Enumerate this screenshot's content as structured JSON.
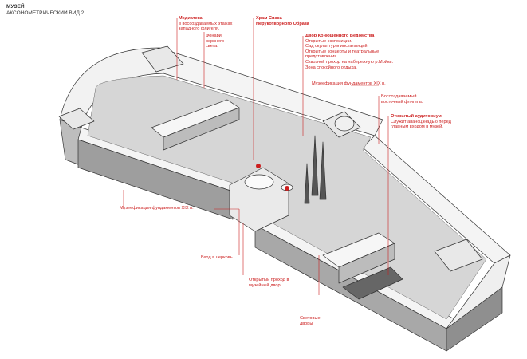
{
  "header": {
    "title": "МУЗЕЙ",
    "subtitle": "АКСОНОМЕТРИЧЕСКИЙ ВИД 2"
  },
  "colors": {
    "accent": "#cc1f1f",
    "line": "#333333",
    "floor": "#d6d6d6"
  },
  "labels": [
    {
      "id": "mediateka",
      "title": "Медиатека",
      "lines": [
        "в воссоздаваемых этажах",
        "западного флигеля."
      ]
    },
    {
      "id": "fonari",
      "title": "",
      "lines": [
        "Фонари",
        "верхнего",
        "света."
      ]
    },
    {
      "id": "hram",
      "title": "Храм Спаса",
      "lines": [
        "Нерукотворного Образа"
      ]
    },
    {
      "id": "dvor",
      "title": "Двор Конюшенного Ведомства",
      "lines": [
        "Открытые экспозиции.",
        "Сад скульптур и инсталляций.",
        "Открытые концерты и театральные",
        "представления.",
        "Сквозной проход на набережную р.Мойки.",
        "Зона спокойного отдыха."
      ]
    },
    {
      "id": "muzeef1",
      "title": "",
      "lines": [
        "Музеефикация фундаментов XIX в."
      ]
    },
    {
      "id": "vossozd",
      "title": "",
      "lines": [
        "Воссоздаваемый",
        "восточный флигель."
      ]
    },
    {
      "id": "auditor",
      "title": "Открытый аудиториум",
      "lines": [
        "Служит авансцэнадью перед",
        "главным входом в музей."
      ]
    },
    {
      "id": "muzeef2",
      "title": "",
      "lines": [
        "Музеефикация фундаментов XIX в."
      ]
    },
    {
      "id": "vhod",
      "title": "",
      "lines": [
        "Вход в церковь"
      ]
    },
    {
      "id": "prohod",
      "title": "",
      "lines": [
        "Открытый проход в",
        "музейный двор"
      ]
    },
    {
      "id": "svetovye",
      "title": "",
      "lines": [
        "Световые",
        "дворы"
      ]
    }
  ]
}
